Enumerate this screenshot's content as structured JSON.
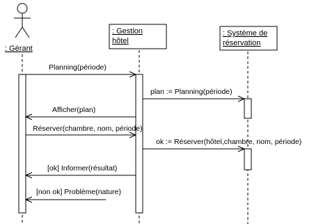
{
  "diagram": {
    "colors": {
      "stroke": "#000000",
      "background": "#ffffff"
    },
    "actor": {
      "label": ": Gérant",
      "icon": "stick-figure-icon"
    },
    "objects": {
      "gestion_line1": ": Gestion",
      "gestion_line2": "hôtel",
      "systeme_line1": ": Système de",
      "systeme_line2": "réservation"
    },
    "messages": [
      {
        "label": "Planning(période)"
      },
      {
        "label": "plan := Planning(période)"
      },
      {
        "label": "Afficher(plan)"
      },
      {
        "label": "Réserver(chambre, nom, période)"
      },
      {
        "label": "ok := Réserver(hôtel,chambre, nom, période)"
      },
      {
        "label": "[ok] Informer(résultat)"
      },
      {
        "label": "[non ok] Problème(nature)"
      }
    ]
  }
}
